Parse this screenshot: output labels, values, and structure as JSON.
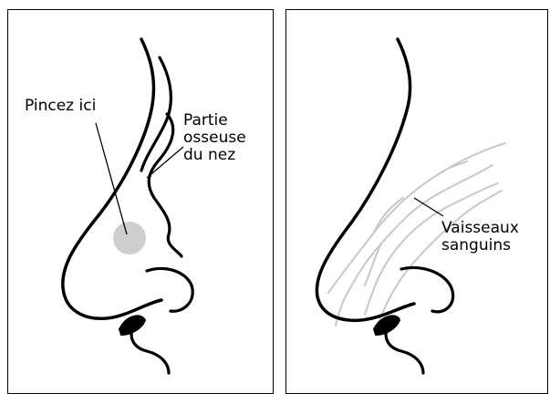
{
  "figure": {
    "left_panel": {
      "pinch_label": "Pincez ici",
      "bone_label_line1": "Partie",
      "bone_label_line2": "osseuse",
      "bone_label_line3": "du nez"
    },
    "right_panel": {
      "vessels_label_line1": "Vaisseaux",
      "vessels_label_line2": "sanguins"
    },
    "colors": {
      "outline": "#000000",
      "pinch_spot": "#cfcfcf",
      "vessels": "#c8c8c8"
    }
  }
}
